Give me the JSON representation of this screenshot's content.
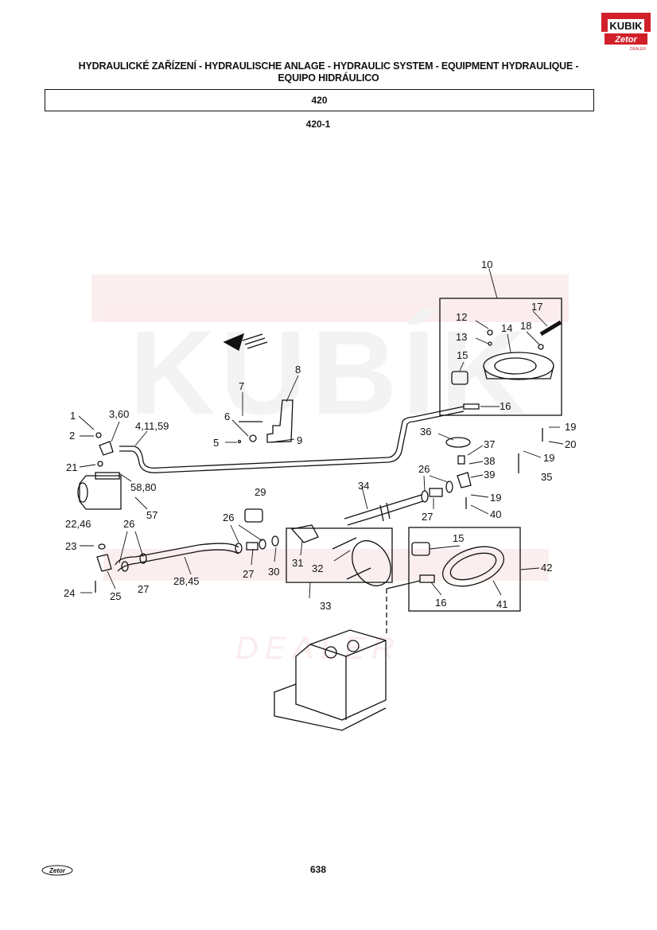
{
  "logo": {
    "top_text": "KUBIK",
    "bottom_text": "Zetor",
    "tag": "DEALER",
    "red": "#d2202a"
  },
  "header": {
    "title_line1": "HYDRAULICKÉ ZAŘÍZENÍ - HYDRAULISCHE ANLAGE - HYDRAULIC SYSTEM - EQUIPMENT HYDRAULIQUE -",
    "title_line2": "EQUIPO HIDRÁULICO",
    "section": "420",
    "subsection": "420-1"
  },
  "watermark": {
    "text": "KUBÍK",
    "sub": "DEALER"
  },
  "callouts": [
    {
      "id": "c1",
      "label": "1"
    },
    {
      "id": "c2",
      "label": "2"
    },
    {
      "id": "c3",
      "label": "3,60"
    },
    {
      "id": "c4",
      "label": "4,11,59"
    },
    {
      "id": "c5",
      "label": "5"
    },
    {
      "id": "c6",
      "label": "6"
    },
    {
      "id": "c7",
      "label": "7"
    },
    {
      "id": "c8",
      "label": "8"
    },
    {
      "id": "c9",
      "label": "9"
    },
    {
      "id": "c10",
      "label": "10"
    },
    {
      "id": "c12",
      "label": "12"
    },
    {
      "id": "c13",
      "label": "13"
    },
    {
      "id": "c14",
      "label": "14"
    },
    {
      "id": "c15a",
      "label": "15"
    },
    {
      "id": "c16a",
      "label": "16"
    },
    {
      "id": "c17",
      "label": "17"
    },
    {
      "id": "c18",
      "label": "18"
    },
    {
      "id": "c19a",
      "label": "19"
    },
    {
      "id": "c20",
      "label": "20"
    },
    {
      "id": "c19b",
      "label": "19"
    },
    {
      "id": "c35",
      "label": "35"
    },
    {
      "id": "c36",
      "label": "36"
    },
    {
      "id": "c37",
      "label": "37"
    },
    {
      "id": "c38",
      "label": "38"
    },
    {
      "id": "c39",
      "label": "39"
    },
    {
      "id": "c19c",
      "label": "19"
    },
    {
      "id": "c40",
      "label": "40"
    },
    {
      "id": "c21",
      "label": "21"
    },
    {
      "id": "c5880",
      "label": "58,80"
    },
    {
      "id": "c57",
      "label": "57"
    },
    {
      "id": "c2246",
      "label": "22,46"
    },
    {
      "id": "c23",
      "label": "23"
    },
    {
      "id": "c24",
      "label": "24"
    },
    {
      "id": "c25",
      "label": "25"
    },
    {
      "id": "c26a",
      "label": "26"
    },
    {
      "id": "c27a",
      "label": "27"
    },
    {
      "id": "c2845",
      "label": "28,45"
    },
    {
      "id": "c29",
      "label": "29"
    },
    {
      "id": "c26b",
      "label": "26"
    },
    {
      "id": "c27b",
      "label": "27"
    },
    {
      "id": "c30",
      "label": "30"
    },
    {
      "id": "c31",
      "label": "31"
    },
    {
      "id": "c32",
      "label": "32"
    },
    {
      "id": "c33",
      "label": "33"
    },
    {
      "id": "c34",
      "label": "34"
    },
    {
      "id": "c26c",
      "label": "26"
    },
    {
      "id": "c27c",
      "label": "27"
    },
    {
      "id": "c15b",
      "label": "15"
    },
    {
      "id": "c42",
      "label": "42"
    },
    {
      "id": "c16b",
      "label": "16"
    },
    {
      "id": "c41",
      "label": "41"
    }
  ],
  "footer": {
    "page": "638",
    "logo_text": "Zetor"
  }
}
